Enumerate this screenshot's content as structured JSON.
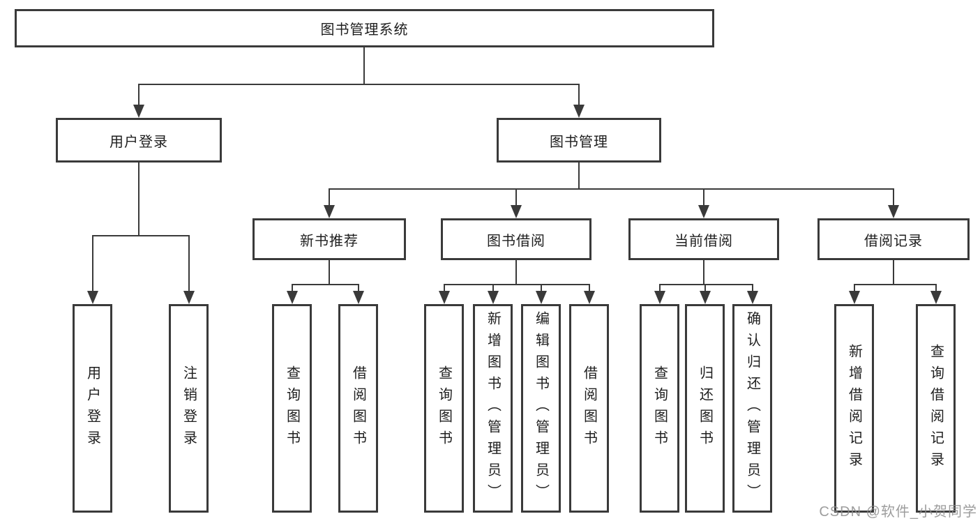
{
  "tree": {
    "root": {
      "label": "图书管理系统"
    },
    "branches": [
      {
        "label": "用户登录",
        "children": [
          {
            "label": "用户登录"
          },
          {
            "label": "注销登录"
          }
        ]
      },
      {
        "label": "图书管理",
        "children": [
          {
            "label": "新书推荐",
            "children": [
              {
                "label": "查询图书"
              },
              {
                "label": "借阅图书"
              }
            ]
          },
          {
            "label": "图书借阅",
            "children": [
              {
                "label": "查询图书"
              },
              {
                "label": "新增图书（管理员）"
              },
              {
                "label": "编辑图书（管理员）"
              },
              {
                "label": "借阅图书"
              }
            ]
          },
          {
            "label": "当前借阅",
            "children": [
              {
                "label": "查询图书"
              },
              {
                "label": "归还图书"
              },
              {
                "label": "确认归还（管理员）"
              }
            ]
          },
          {
            "label": "借阅记录",
            "children": [
              {
                "label": "新增借阅记录"
              },
              {
                "label": "查询借阅记录"
              }
            ]
          }
        ]
      }
    ]
  },
  "watermark": "CSDN @软件_小贺同学",
  "colors": {
    "line": "#3a3a3a",
    "text": "#1e1e1e",
    "watermark_gray": "#8c8c8c",
    "background": "#ffffff"
  }
}
